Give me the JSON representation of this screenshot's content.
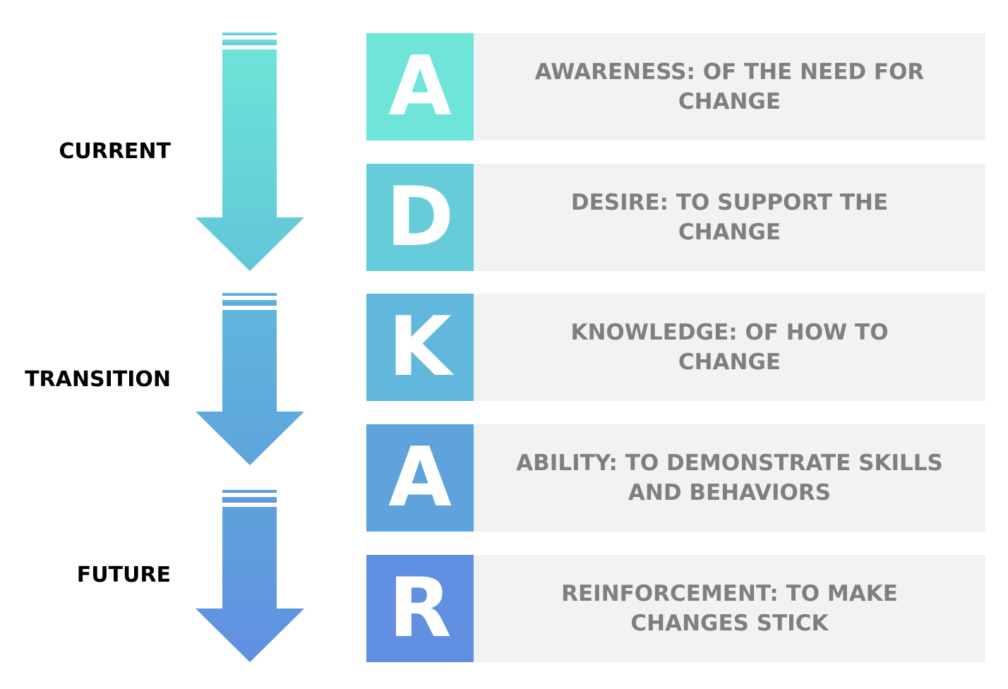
{
  "phases": [
    {
      "label": "CURRENT"
    },
    {
      "label": "TRANSITION"
    },
    {
      "label": "FUTURE"
    }
  ],
  "adkar": [
    {
      "letter": "A",
      "text": "AWARENESS: OF THE NEED FOR CHANGE",
      "color": "#6ee5d8"
    },
    {
      "letter": "D",
      "text": "DESIRE: TO SUPPORT THE CHANGE",
      "color": "#66ccd9"
    },
    {
      "letter": "K",
      "text": "KNOWLEDGE: OF HOW TO CHANGE",
      "color": "#61b7dc"
    },
    {
      "letter": "A",
      "text": "ABILITY: TO DEMONSTRATE SKILLS AND BEHAVIORS",
      "color": "#5fa3dd"
    },
    {
      "letter": "R",
      "text": "REINFORCEMENT: TO MAKE CHANGES STICK",
      "color": "#6190e2"
    }
  ],
  "arrows": [
    {
      "name": "current-arrow",
      "color_top": "#6de4d8",
      "color_bottom": "#62c6d9"
    },
    {
      "name": "transition-arrow",
      "color_top": "#61b5dc",
      "color_bottom": "#5ea4dc"
    },
    {
      "name": "future-arrow",
      "color_top": "#5fa1dc",
      "color_bottom": "#6190e2"
    }
  ]
}
